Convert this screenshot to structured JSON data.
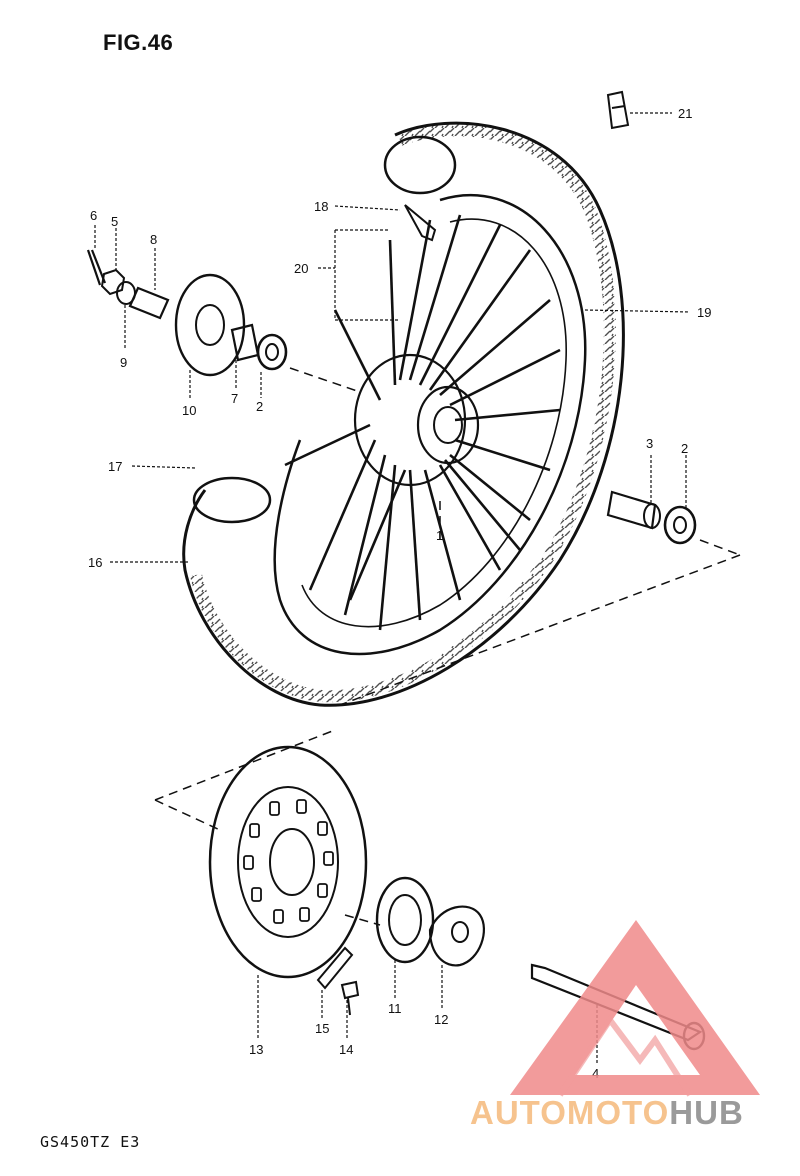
{
  "figure": {
    "title": "FIG.46",
    "model": "GS450TZ E3"
  },
  "callouts": [
    "21",
    "18",
    "20",
    "19",
    "6",
    "5",
    "8",
    "9",
    "10",
    "7",
    "2",
    "17",
    "16",
    "3",
    "2",
    "13",
    "15",
    "14",
    "11",
    "12",
    "4",
    "1"
  ],
  "watermark": {
    "part1": "AUTOMOTO",
    "part2": "HUB",
    "color1": "#f6c38e",
    "color2": "#9a9a9a",
    "triangle_color": "#f08a8a"
  }
}
